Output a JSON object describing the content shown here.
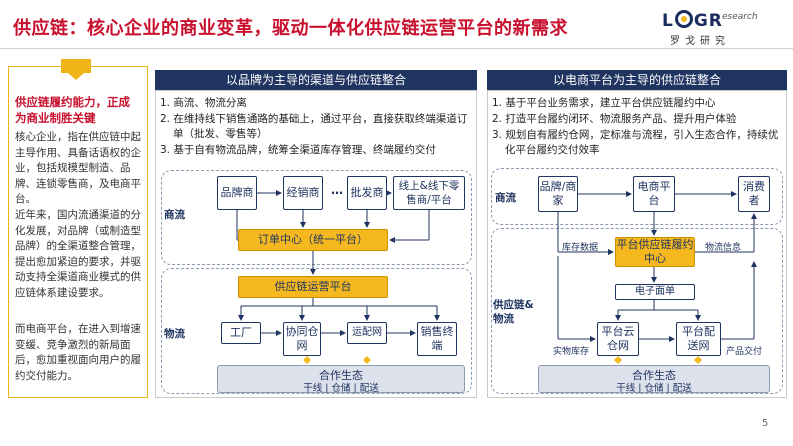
{
  "header": {
    "title": "供应链：核心企业的商业变革，驱动一体化供应链运营平台的新需求",
    "logo_main": "LOGR",
    "logo_sub": "esearch",
    "logo_cn": "罗戈研究"
  },
  "sidebar": {
    "heading": "供应链履约能力，正成为商业制胜关键",
    "paragraphs": [
      "核心企业，指在供应链中起主导作用、具备话语权的企业，包括规模型制造、品牌、连锁零售商，及电商平台。",
      "近年来，国内流通渠道的分化发展，对品牌（或制造型品牌）的全渠道整合管理，提出愈加紧迫的要求，并驱动支持全渠道商业模式的供应链体系建设要求。",
      "而电商平台，在进入到增速变缓、竞争激烈的新局面后，愈加重视面向用户的履约交付能力。"
    ]
  },
  "left_panel": {
    "title": "以品牌为主导的渠道与供应链整合",
    "points": [
      "1.  商流、物流分离",
      "2.  在维持线下销售通路的基础上，通过平台，直接获取终端渠道订单（批发、零售等）",
      "3.  基于自有物流品牌，统筹全渠道库存管理、终端履约交付"
    ],
    "flow_label_commerce": "商流",
    "flow_label_logistics": "物流",
    "commerce_boxes": [
      "品牌商",
      "经销商",
      "批发商",
      "线上&线下零售商/平台"
    ],
    "dots": "…",
    "order_center": "订单中心（统一平台）",
    "ops_platform": "供应链运营平台",
    "logistics_boxes": [
      "工厂",
      "协同仓网",
      "运配网",
      "销售终端"
    ],
    "eco_title": "合作生态",
    "eco_sub": "干线 | 仓储 | 配送"
  },
  "right_panel": {
    "title": "以电商平台为主导的供应链整合",
    "points": [
      "1.  基于平台业务需求，建立平台供应链履约中心",
      "2.  打造平台履约闭环、物流服务产品、提升用户体验",
      "3.  规划自有履约仓网，定标准与流程，引入生态合作，持续优化平台履约交付效率"
    ],
    "flow_label_commerce": "商流",
    "flow_label_logistics": "供应链&物流",
    "commerce_boxes": [
      "品牌/商家",
      "电商平台",
      "消费者"
    ],
    "center": "平台供应链履约中心",
    "stock_data": "库存数据",
    "logistics_info": "物流信息",
    "e_waybill": "电子面单",
    "cloud_wh": "平台云仓网",
    "delivery_net": "平台配送网",
    "physical_stock": "实物库存",
    "product_delivery": "产品交付",
    "eco_title": "合作生态",
    "eco_sub": "干线 | 仓储 | 配送"
  },
  "page_number": "5",
  "colors": {
    "title_red": "#c8102e",
    "navy": "#1f3460",
    "gold": "#f5b91f"
  }
}
